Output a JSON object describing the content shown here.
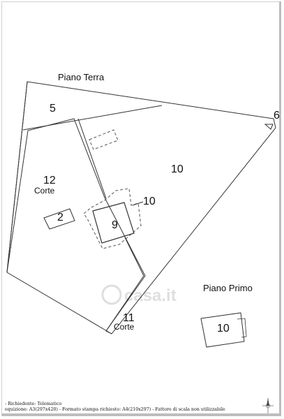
{
  "title_ground_floor": "Piano Terra",
  "title_first_floor": "Piano  Primo",
  "parcels": [
    {
      "id": "lbl-5",
      "text": "5"
    },
    {
      "id": "lbl-6",
      "text": "6"
    },
    {
      "id": "lbl-10-main",
      "text": "10"
    },
    {
      "id": "lbl-12",
      "text": "12"
    },
    {
      "id": "lbl-12-sub",
      "text": "Corte"
    },
    {
      "id": "lbl-10-small",
      "text": "10"
    },
    {
      "id": "lbl-2",
      "text": "2"
    },
    {
      "id": "lbl-9",
      "text": "9"
    },
    {
      "id": "lbl-11",
      "text": "11"
    },
    {
      "id": "lbl-11-sub",
      "text": "Corte"
    },
    {
      "id": "lbl-10-first",
      "text": "10"
    }
  ],
  "watermark": "casa.it",
  "footer": {
    "line1": "- Richiedente: Telematico",
    "line2": "equizione: A3(297x420)  - Formato stampa richiesto: A4(210x297) - Fattore di scala non utilizzabile"
  }
}
